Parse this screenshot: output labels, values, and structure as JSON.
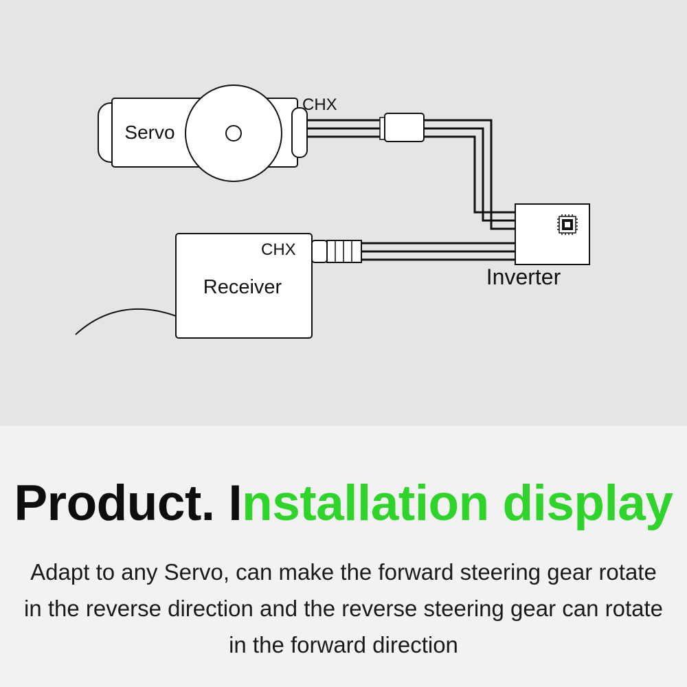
{
  "diagram": {
    "servo_label": "Servo",
    "servo_channel_label": "CHX",
    "receiver_label": "Receiver",
    "receiver_channel_label": "CHX",
    "inverter_label": "Inverter"
  },
  "headline": {
    "black_part": "Product. I",
    "green_part": "nstallation display"
  },
  "description": "Adapt to any Servo, can make the forward steering gear rotate in the reverse direction and the reverse steering gear can rotate in the forward direction",
  "colors": {
    "headline_black": "#0d0d0d",
    "headline_green": "#2fd42a",
    "diagram_background": "#e5e5e5",
    "page_background": "#f2f2f2"
  }
}
